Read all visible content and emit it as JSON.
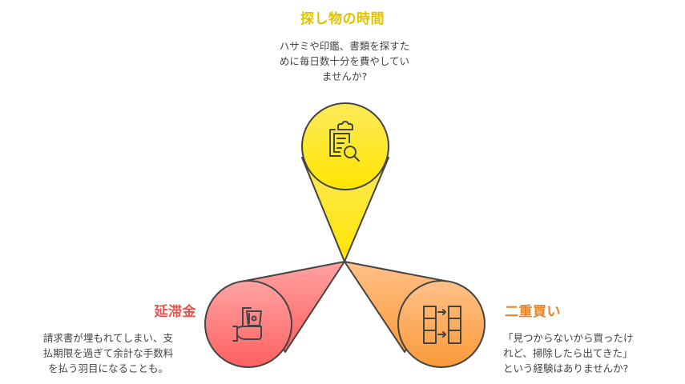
{
  "colors": {
    "yellow_title": "#E0C200",
    "red_title": "#E8534F",
    "orange_title": "#E8842A",
    "yellow_fill_top": "#FBEA5A",
    "yellow_fill_bottom": "#FFE500",
    "red_fill_top": "#FF9E9E",
    "red_fill_bottom": "#FF6060",
    "orange_fill_top": "#FFBE80",
    "orange_fill_bottom": "#FA9A38",
    "stroke": "#444444",
    "text": "#444444"
  },
  "nodes": [
    {
      "id": "top",
      "title": "探し物の時間",
      "description": "ハサミや印鑑、書類を探すた\nめに毎日数十分を費やしてい\nませんか?",
      "icon": "clipboard-search-icon"
    },
    {
      "id": "left",
      "title": "延滞金",
      "description": "請求書が埋もれてしまい、支\n払期限を過ぎて余計な手数料\nを払う羽目になることも。",
      "icon": "hand-holding-money-icon"
    },
    {
      "id": "right",
      "title": "二重買い",
      "description": "「見つからないから買ったけ\nれど、掃除したら出てきた」\nという経験はありませんか?",
      "icon": "duplicate-transfer-icon"
    }
  ]
}
